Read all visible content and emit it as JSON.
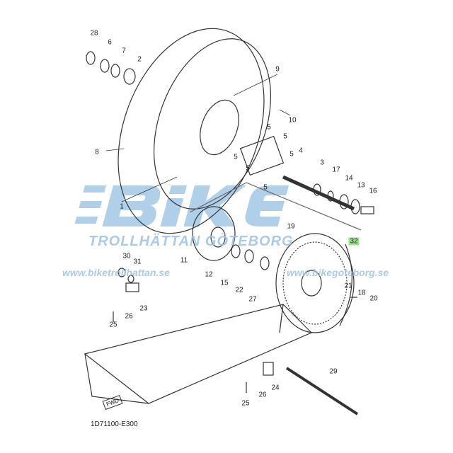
{
  "diagram": {
    "reference_code": "1D71100-E300",
    "fwd_label": "FWD",
    "labels": [
      "28",
      "6",
      "7",
      "2",
      "9",
      "10",
      "8",
      "5",
      "5",
      "5",
      "5",
      "5",
      "5",
      "4",
      "3",
      "17",
      "14",
      "13",
      "16",
      "1",
      "19",
      "32",
      "11",
      "30",
      "31",
      "12",
      "15",
      "22",
      "27",
      "21",
      "18",
      "20",
      "23",
      "26",
      "25",
      "29",
      "24",
      "26",
      "25"
    ],
    "highlighted_label": "32"
  },
  "watermark": {
    "brand": "BIKE",
    "cities": "TROLLHÄTTAN GÖTEBORG",
    "url_left": "www.biketrollhattan.se",
    "url_right": "www.bikegoteborg.se",
    "color": "#9cc3e4"
  }
}
